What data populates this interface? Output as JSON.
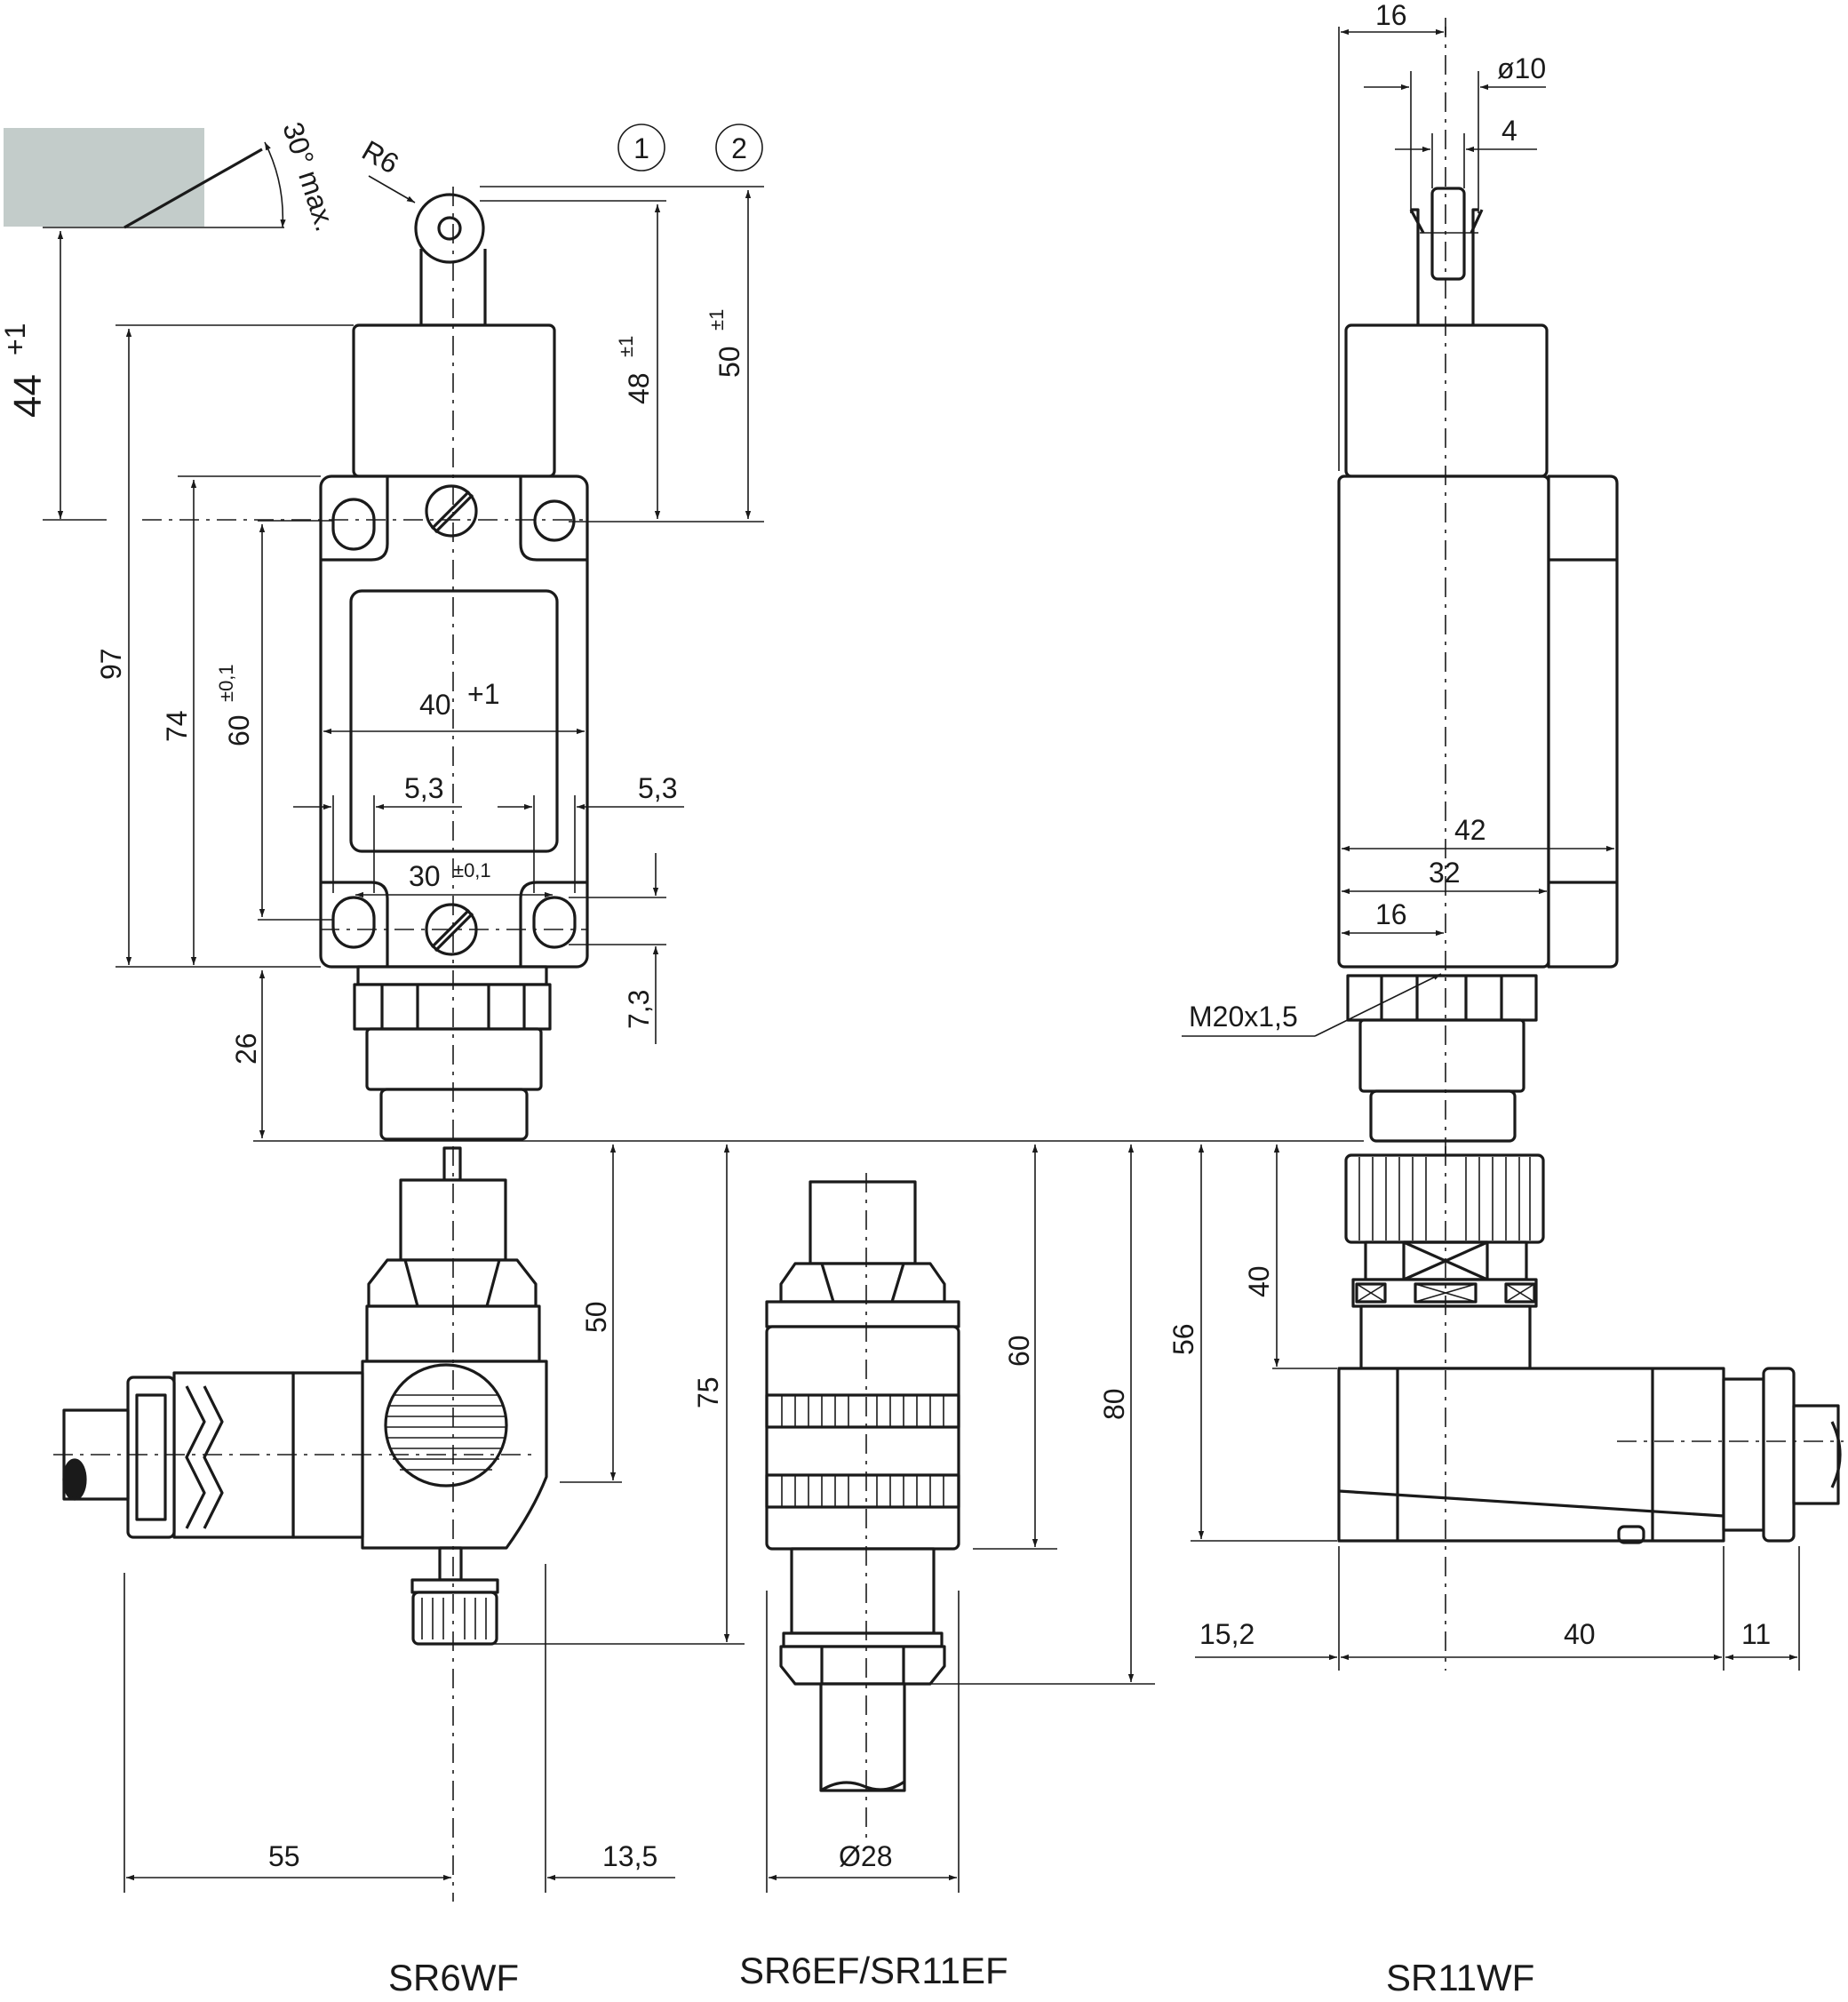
{
  "callouts": {
    "one": "1",
    "two": "2"
  },
  "left_view": {
    "radius": "R6",
    "angle": "30° max.",
    "overtravel": "44",
    "overtravel_tol": "+1",
    "dim_48": "48",
    "dim_48_tol": "±1",
    "dim_50": "50",
    "dim_50_tol": "±1",
    "dim_97": "97",
    "dim_74": "74",
    "dim_60": "60",
    "dim_60_tol": "±0,1",
    "width_40": "40",
    "width_40_tol": "+1",
    "dim_5_3_left": "5,3",
    "dim_5_3_right": "5,3",
    "dim_30": "30",
    "dim_30_tol": "±0,1",
    "dim_7_3": "7,3",
    "dim_26": "26"
  },
  "right_view": {
    "dim_16_top": "16",
    "dia_10": "ø10",
    "dim_4": "4",
    "dim_42": "42",
    "dim_32": "32",
    "dim_16": "16",
    "thread": "M20x1,5"
  },
  "sr6wf": {
    "dim_50": "50",
    "dim_75": "75",
    "dim_55": "55",
    "dim_13_5": "13,5",
    "label": "SR6WF"
  },
  "sr6ef": {
    "dim_60": "60",
    "dim_80": "80",
    "dia_28": "Ø28",
    "label": "SR6EF/SR11EF"
  },
  "sr11wf": {
    "dim_56": "56",
    "dim_40_v": "40",
    "dim_15_2": "15,2",
    "dim_40_h": "40",
    "dim_11": "11",
    "label": "SR11WF"
  },
  "colors": {
    "line": "#1a1a1a",
    "actuated_target": "#c3ccca",
    "background": "#ffffff"
  }
}
